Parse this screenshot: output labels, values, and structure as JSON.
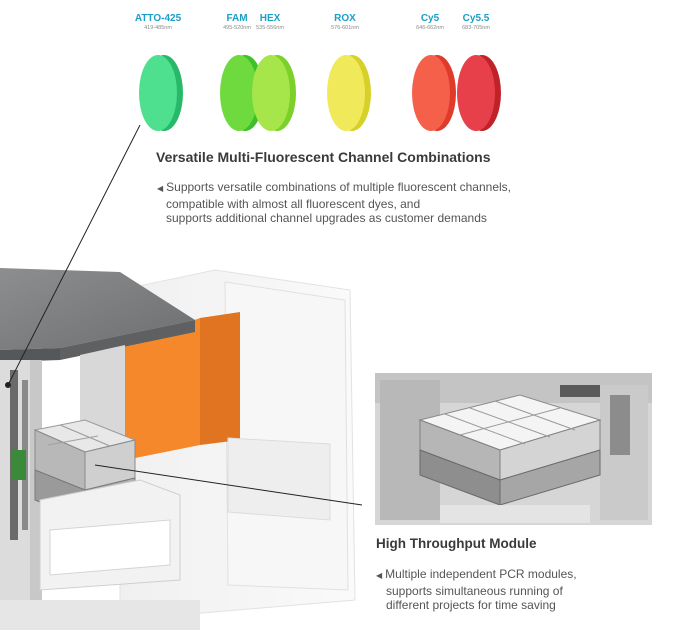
{
  "channels": [
    {
      "name": "ATTO-425",
      "range": "419-485nm",
      "color": "#3ddc84"
    },
    {
      "name": "FAM",
      "range": "495-520nm",
      "color": "#6fd93a"
    },
    {
      "name": "HEX",
      "range": "535-556nm",
      "color": "#9be23a"
    },
    {
      "name": "ROX",
      "range": "576-601nm",
      "color": "#e8e23a"
    },
    {
      "name": "Cy5",
      "range": "646-662nm",
      "color": "#f0503a"
    },
    {
      "name": "Cy5.5",
      "range": "683-705nm",
      "color": "#e0303a"
    }
  ],
  "fluorescent": {
    "title": "Versatile Multi-Fluorescent Channel Combinations",
    "lines": [
      "Supports versatile combinations of multiple fluorescent channels,",
      "compatible with almost all fluorescent dyes, and",
      "supports additional channel upgrades as customer demands"
    ]
  },
  "throughput": {
    "title": "High Throughput Module",
    "lines": [
      "Multiple independent PCR modules,",
      "supports simultaneous running of",
      "different projects for time saving"
    ]
  },
  "colors": {
    "accent": "#1aa0c8",
    "orange_panel": "#f5882a",
    "device_gray": "#7a7c7e"
  }
}
